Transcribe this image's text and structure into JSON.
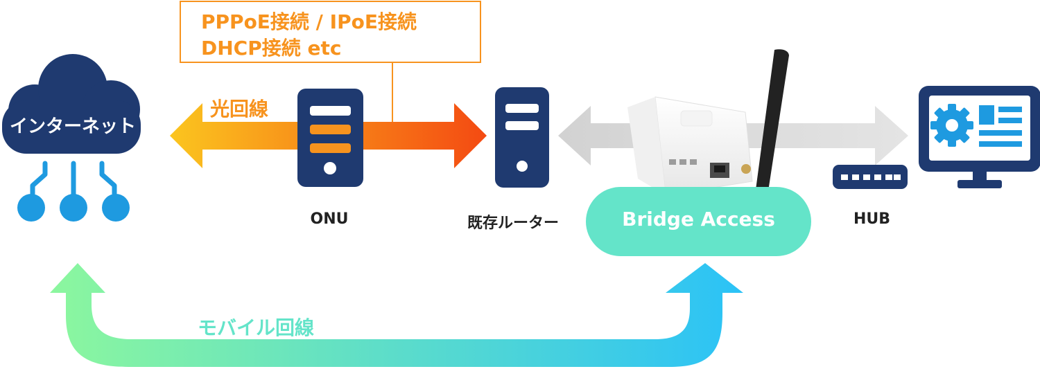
{
  "protocol_box": {
    "line1": "PPPoE接続 / IPoE接続",
    "line2": "DHCP接続 etc"
  },
  "fiber_label": "光回線",
  "mobile_label": "モバイル回線",
  "nodes": {
    "internet": "インターネット",
    "onu": "ONU",
    "router": "既存ルーター",
    "bridge": "Bridge Access",
    "hub": "HUB"
  },
  "colors": {
    "navy": "#1f3a70",
    "orange": "#f7931e",
    "fiber_gradient": [
      "#fbc51f",
      "#f44a12"
    ],
    "mobile_gradient": [
      "#8cf79e",
      "#2bc2f7"
    ],
    "teal": "#64e4c9",
    "icon_blue": "#1e9ae0",
    "grey_arrow": "#d4d4d4"
  },
  "icons": [
    "cloud-icon",
    "server-icon",
    "router-device-icon",
    "hub-icon",
    "monitor-icon",
    "gear-icon"
  ]
}
